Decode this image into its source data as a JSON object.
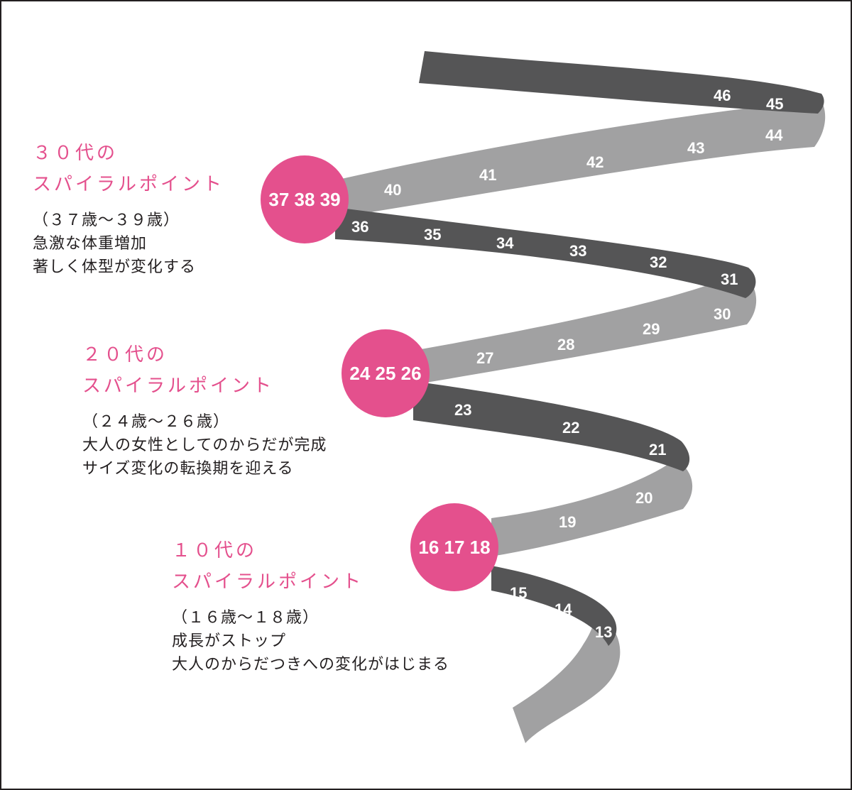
{
  "colors": {
    "dark_band": "#555556",
    "light_band": "#a1a1a2",
    "accent": "#e4508d",
    "text": "#231f20"
  },
  "spiral": {
    "ages_dark": [
      "13",
      "14",
      "15",
      "21",
      "22",
      "23",
      "31",
      "32",
      "33",
      "34",
      "35",
      "36",
      "45",
      "46"
    ],
    "ages_light": [
      "19",
      "20",
      "27",
      "28",
      "29",
      "30",
      "40",
      "41",
      "42",
      "43",
      "44"
    ],
    "points": [
      {
        "label": "16 17 18"
      },
      {
        "label": "24 25 26"
      },
      {
        "label": "37 38 39"
      }
    ]
  },
  "blocks": [
    {
      "heading1": "３０代の",
      "heading2": "スパイラルポイント",
      "range": "（３７歳～３９歳）",
      "desc1": "急激な体重増加",
      "desc2": "著しく体型が変化する"
    },
    {
      "heading1": "２０代の",
      "heading2": "スパイラルポイント",
      "range": "（２４歳～２６歳）",
      "desc1": "大人の女性としてのからだが完成",
      "desc2": "サイズ変化の転換期を迎える"
    },
    {
      "heading1": "１０代の",
      "heading2": "スパイラルポイント",
      "range": "（１６歳～１８歳）",
      "desc1": "成長がストップ",
      "desc2": "大人のからだつきへの変化がはじまる"
    }
  ]
}
